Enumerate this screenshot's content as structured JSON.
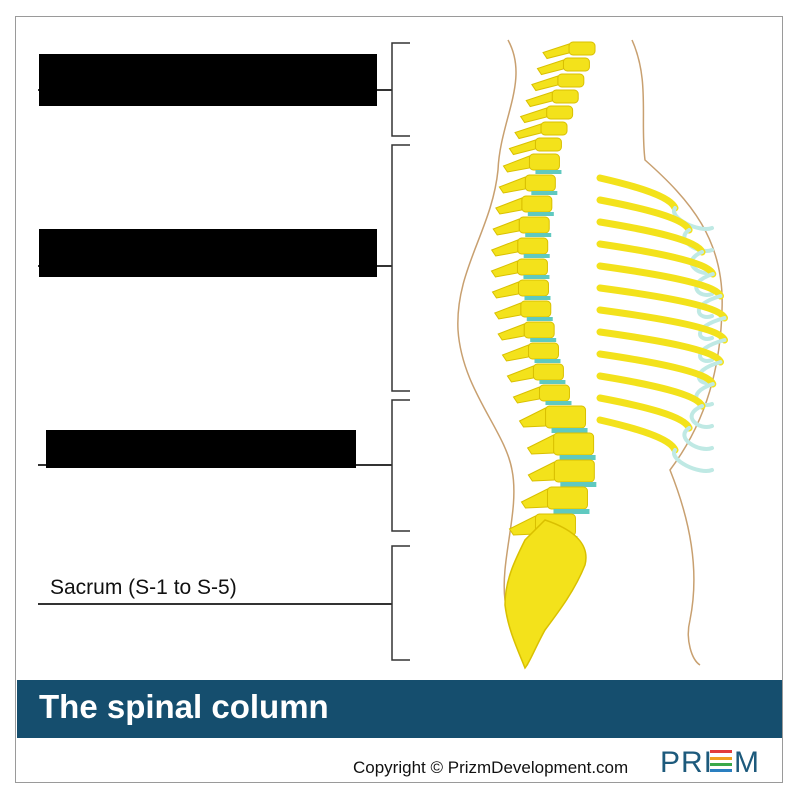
{
  "diagram": {
    "labels": [
      {
        "id": "cervical",
        "text": "",
        "redacted": true
      },
      {
        "id": "thoracic",
        "text": "",
        "redacted": true
      },
      {
        "id": "lumbar",
        "text": "",
        "redacted": true
      },
      {
        "id": "sacrum",
        "text": "Sacrum (S-1 to S-5)",
        "redacted": false
      }
    ],
    "banner_title": "The spinal column",
    "copyright": "Copyright © PrizmDevelopment.com",
    "logo_text": "PRIZM",
    "colors": {
      "banner": "#154e6e",
      "bone": "#f3e21b",
      "bone_shade": "#d9c000",
      "disc": "#5fc9c0",
      "cartilage": "#bfe9e4",
      "outline": "#c8a070"
    }
  }
}
